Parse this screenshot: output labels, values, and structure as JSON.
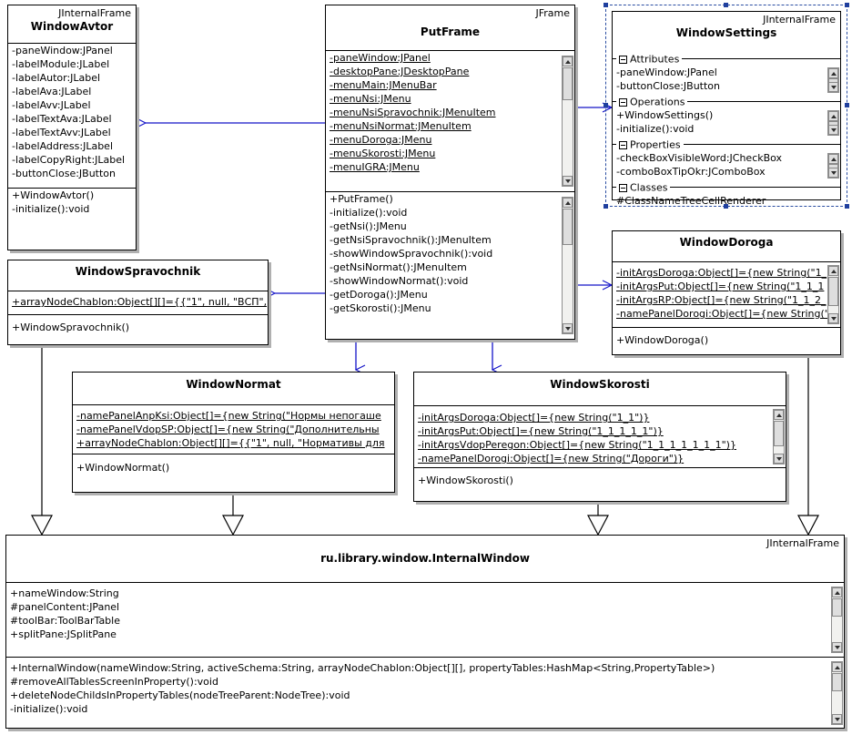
{
  "diagram": {
    "kind": "uml-class-diagram",
    "accent_link_color": "#1414c8",
    "line_color": "#000000",
    "selection_color": "#1f3f9e",
    "background": "#ffffff"
  },
  "classes": {
    "window_avtor": {
      "stereotype": "JInternalFrame",
      "name": "WindowAvtor",
      "attributes": [
        "-paneWindow:JPanel",
        "-labelModule:JLabel",
        "-labelAutor:JLabel",
        "-labelAva:JLabel",
        "-labelAvv:JLabel",
        "-labelTextAva:JLabel",
        "-labelTextAvv:JLabel",
        "-labelAddress:JLabel",
        "-labelCopyRight:JLabel",
        "-buttonClose:JButton"
      ],
      "operations": [
        "+WindowAvtor()",
        "-initialize():void"
      ]
    },
    "put_frame": {
      "stereotype": "JFrame",
      "name": "PutFrame",
      "attributes": [
        "-paneWindow:JPanel",
        "-desktopPane:JDesktopPane",
        "-menuMain:JMenuBar",
        "-menuNsi:JMenu",
        "-menuNsiSpravochnik:JMenuItem",
        "-menuNsiNormat:JMenuItem",
        "-menuDoroga:JMenu",
        "-menuSkorosti:JMenu",
        "-menuIGRA:JMenu"
      ],
      "operations": [
        "+PutFrame()",
        "-initialize():void",
        "-getNsi():JMenu",
        "-getNsiSpravochnik():JMenuItem",
        "-showWindowSpravochnik():void",
        "-getNsiNormat():JMenuItem",
        "-showWindowNormat():void",
        "-getDoroga():JMenu",
        "-getSkorosti():JMenu"
      ]
    },
    "window_settings": {
      "stereotype": "JInternalFrame",
      "name": "WindowSettings",
      "selected": true,
      "groups": [
        {
          "label": "Attributes",
          "items": [
            "-paneWindow:JPanel",
            "-buttonClose:JButton"
          ]
        },
        {
          "label": "Operations",
          "items": [
            "+WindowSettings()",
            "-initialize():void"
          ]
        },
        {
          "label": "Properties",
          "items": [
            "-checkBoxVisibleWord:JCheckBox",
            "-comboBoxTipOkr:JComboBox"
          ]
        },
        {
          "label": "Classes",
          "items": [
            "#ClassNameTreeCellRenderer"
          ]
        }
      ]
    },
    "window_doroga": {
      "stereotype": "",
      "name": "WindowDoroga",
      "attributes": [
        "-initArgsDoroga:Object[]={new String(\"1_",
        "-initArgsPut:Object[]={new String(\"1_1_1",
        "-initArgsRP:Object[]={new String(\"1_1_2_",
        "-namePanelDorogi:Object[]={new String(\""
      ],
      "operations": [
        "+WindowDoroga()"
      ]
    },
    "window_spravochnik": {
      "stereotype": "",
      "name": "WindowSpravochnik",
      "attributes": [
        "+arrayNodeChablon:Object[][]={{\"1\", null, \"ВСП\","
      ],
      "operations": [
        "+WindowSpravochnik()"
      ]
    },
    "window_normat": {
      "stereotype": "",
      "name": "WindowNormat",
      "attributes": [
        "-namePanelAnpKsi:Object[]={new String(\"Нормы непогаше",
        "-namePanelVdopSP:Object[]={new String(\"Дополнительны",
        "+arrayNodeChablon:Object[][]={{\"1\", null, \"Нормативы для"
      ],
      "operations": [
        "+WindowNormat()"
      ]
    },
    "window_skorosti": {
      "stereotype": "",
      "name": "WindowSkorosti",
      "attributes": [
        "-initArgsDoroga:Object[]={new String(\"1_1\")}",
        "-initArgsPut:Object[]={new String(\"1_1_1_1_1\")}",
        "-initArgsVdopPeregon:Object[]={new String(\"1_1_1_1_1_1_1\")}",
        "-namePanelDorogi:Object[]={new String(\"Дороги\")}"
      ],
      "operations": [
        "+WindowSkorosti()"
      ]
    },
    "internal_window": {
      "stereotype": "JInternalFrame",
      "name": "ru.library.window.InternalWindow",
      "attributes": [
        "+nameWindow:String",
        "#panelContent:JPanel",
        "#toolBar:ToolBarTable",
        "+splitPane:JSplitPane"
      ],
      "operations": [
        "+InternalWindow(nameWindow:String, activeSchema:String, arrayNodeChablon:Object[][], propertyTables:HashMap<String,PropertyTable>)",
        "#removeAllTablesScreenInProperty():void",
        "+deleteNodeChildsInPropertyTables(nodeTreeParent:NodeTree):void",
        "-initialize():void"
      ]
    }
  },
  "relationships": {
    "dependencies": [
      {
        "from": "put_frame",
        "to": "window_avtor",
        "type": "dependency"
      },
      {
        "from": "put_frame",
        "to": "window_settings",
        "type": "dependency"
      },
      {
        "from": "put_frame",
        "to": "window_spravochnik",
        "type": "dependency"
      },
      {
        "from": "put_frame",
        "to": "window_doroga",
        "type": "dependency"
      },
      {
        "from": "put_frame",
        "to": "window_normat",
        "type": "dependency"
      },
      {
        "from": "put_frame",
        "to": "window_skorosti",
        "type": "dependency"
      }
    ],
    "generalizations": [
      {
        "from": "window_spravochnik",
        "to": "internal_window",
        "type": "generalization"
      },
      {
        "from": "window_normat",
        "to": "internal_window",
        "type": "generalization"
      },
      {
        "from": "window_skorosti",
        "to": "internal_window",
        "type": "generalization"
      },
      {
        "from": "window_doroga",
        "to": "internal_window",
        "type": "generalization"
      }
    ]
  }
}
